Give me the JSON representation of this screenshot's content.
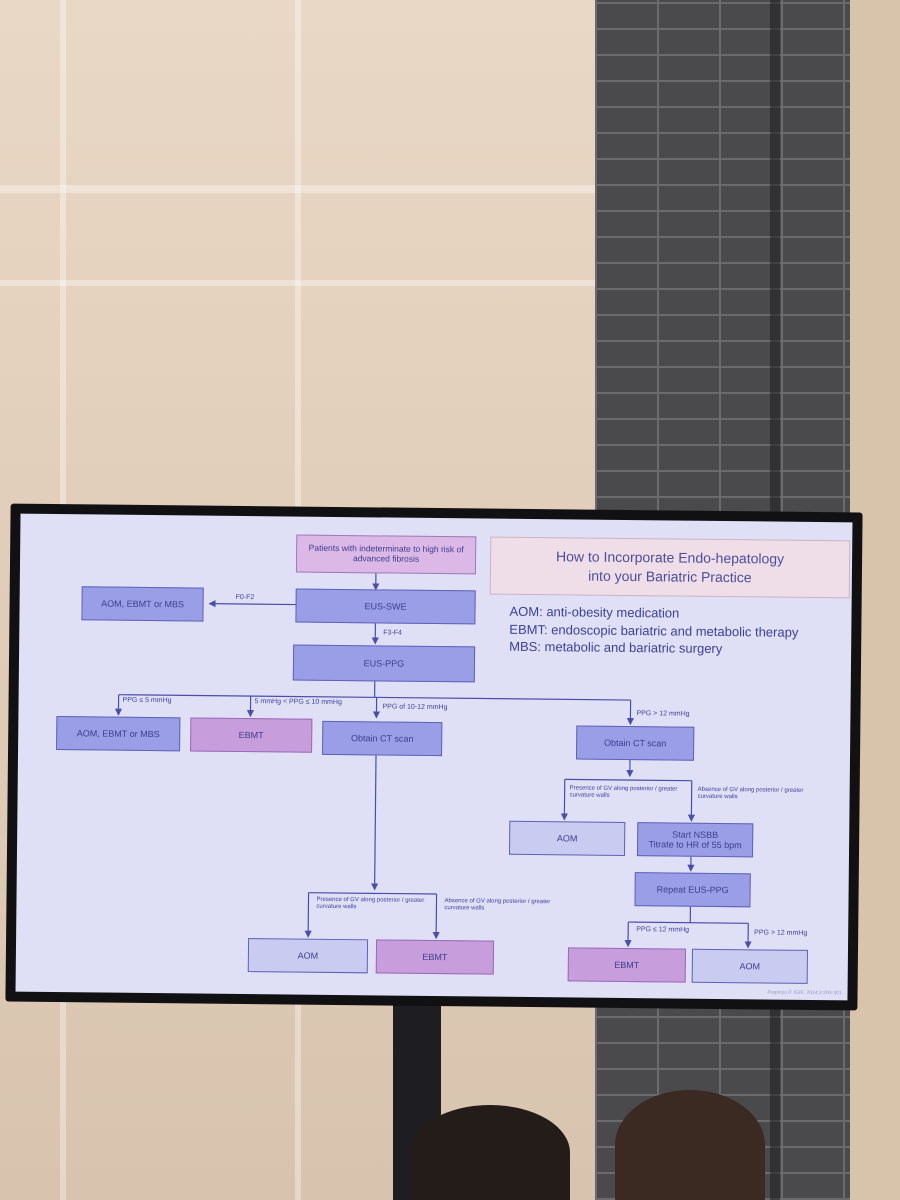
{
  "slide": {
    "title_line1": "How to Incorporate Endo-hepatology",
    "title_line2": "into your Bariatric Practice",
    "legend": [
      "AOM: anti-obesity medication",
      "EBMT: endoscopic bariatric and metabolic therapy",
      "MBS: metabolic and bariatric surgery"
    ],
    "citation": "Jirapinyo P. IGIE. 2024;3:293-301"
  },
  "flowchart": {
    "start": "Patients with indeterminate to high risk of advanced fibrosis",
    "eus_swe": "EUS-SWE",
    "f0_f2": "F0-F2",
    "f3_f4": "F3-F4",
    "aom_ebmt_mbs_top": "AOM, EBMT or MBS",
    "eus_ppg": "EUS-PPG",
    "branch_ppg_le5": "PPG ≤ 5 mmHg",
    "branch_ppg_5_10": "5 mmHg < PPG ≤ 10 mmHg",
    "branch_ppg_10_12": "PPG of 10-12 mmHg",
    "branch_ppg_gt12": "PPG > 12 mmHg",
    "aom_ebmt_mbs": "AOM, EBMT or MBS",
    "ebmt_mid": "EBMT",
    "obtain_ct_left": "Obtain CT scan",
    "obtain_ct_right": "Obtain CT scan",
    "gv_present_right": "Presence of GV along posterior / greater curvature walls",
    "gv_absent_right": "Absence of GV along posterior / greater curvature walls",
    "aom_right": "AOM",
    "start_nsbb": "Start NSBB",
    "titrate_hr": "Titrate to HR of 55 bpm",
    "repeat_eus_ppg": "Repeat EUS-PPG",
    "ppg_le12": "PPG ≤ 12 mmHg",
    "ppg_gt12_bottom": "PPG > 12 mmHg",
    "ebmt_bottom_right": "EBMT",
    "aom_bottom_right": "AOM",
    "gv_present_left": "Presence of GV along posterior / greater curvature walls",
    "gv_absent_left": "Absence of GV along posterior / greater curvature walls",
    "aom_bottom_left": "AOM",
    "ebmt_bottom_left": "EBMT"
  },
  "colors": {
    "screen_bg": "#dfe0f5",
    "box_blue": "#9a9ee6",
    "box_pink": "#c79ddc",
    "text_blue": "#3d4096"
  }
}
